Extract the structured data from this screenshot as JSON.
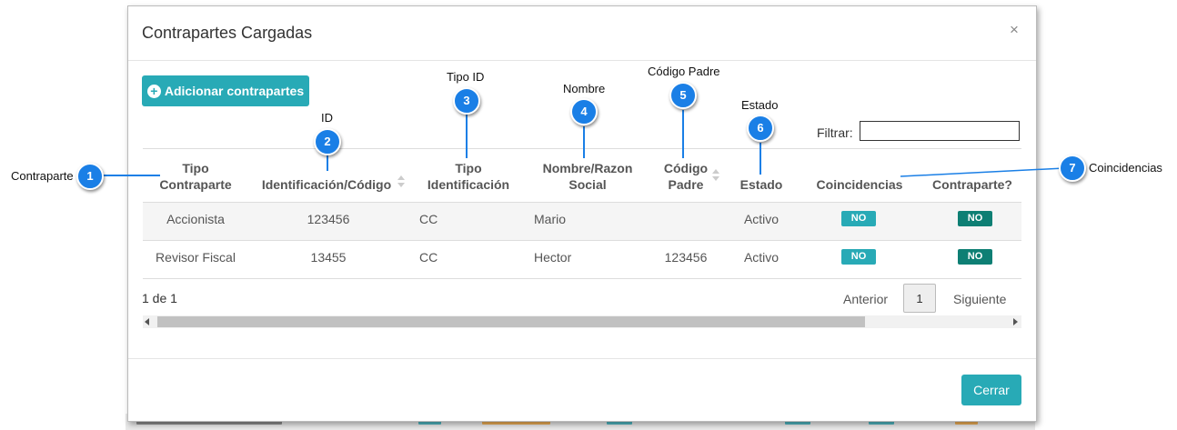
{
  "modal": {
    "title": "Contrapartes Cargadas",
    "close_symbol": "×",
    "add_button_label": "Adicionar contrapartes",
    "filter_label": "Filtrar:",
    "filter_value": "",
    "close_button_label": "Cerrar"
  },
  "table": {
    "columns": [
      {
        "line1": "Tipo",
        "line2": "Contraparte"
      },
      {
        "line1": "Identificación/Código",
        "line2": ""
      },
      {
        "line1": "Tipo",
        "line2": "Identificación"
      },
      {
        "line1": "Nombre/Razon",
        "line2": "Social"
      },
      {
        "line1": "Código",
        "line2": "Padre"
      },
      {
        "line1": "Estado",
        "line2": ""
      },
      {
        "line1": "Coincidencias",
        "line2": ""
      },
      {
        "line1": "Contraparte?",
        "line2": ""
      }
    ],
    "rows": [
      {
        "tipo": "Accionista",
        "id": "123456",
        "tipo_id": "CC",
        "nombre": "Mario",
        "codigo_padre": "",
        "estado": "Activo",
        "coincidencias": "NO",
        "contraparte": "NO"
      },
      {
        "tipo": "Revisor Fiscal",
        "id": "13455",
        "tipo_id": "CC",
        "nombre": "Hector",
        "codigo_padre": "123456",
        "estado": "Activo",
        "coincidencias": "NO",
        "contraparte": "NO"
      }
    ]
  },
  "pagination": {
    "info": "1 de 1",
    "prev_label": "Anterior",
    "current_page": "1",
    "next_label": "Siguiente"
  },
  "callouts": [
    {
      "number": "1",
      "label": "Contraparte"
    },
    {
      "number": "2",
      "label": "ID"
    },
    {
      "number": "3",
      "label": "Tipo ID"
    },
    {
      "number": "4",
      "label": "Nombre"
    },
    {
      "number": "5",
      "label": "Código Padre"
    },
    {
      "number": "6",
      "label": "Estado"
    },
    {
      "number": "7",
      "label": "Coincidencias"
    }
  ],
  "colors": {
    "accent": "#28aab6",
    "badge_coincidencias": "#28aab6",
    "badge_contraparte": "#0e7f74",
    "callout": "#1a7fe6"
  }
}
